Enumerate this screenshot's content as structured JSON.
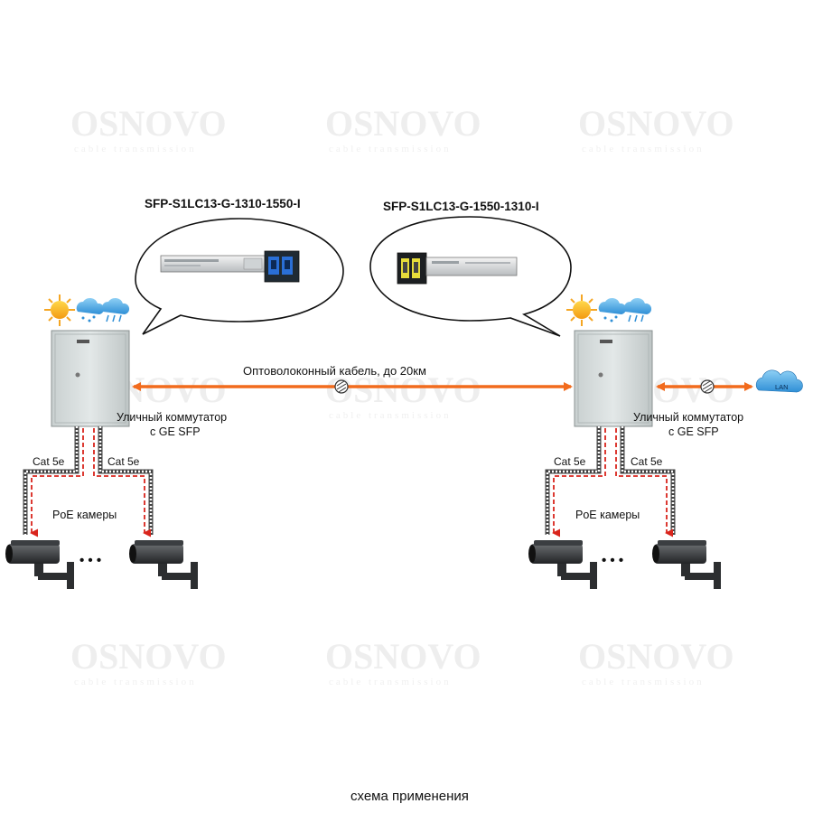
{
  "watermark": {
    "brand": "OSNOVO",
    "tagline": "cable transmission"
  },
  "modules": {
    "left_model": "SFP-S1LC13-G-1310-1550-I",
    "right_model": "SFP-S1LC13-G-1550-1310-I"
  },
  "link": {
    "fiber_label": "Оптоволоконный кабель, до 20км"
  },
  "switch": {
    "line1": "Уличный коммутатор",
    "line2": "с GE SFP"
  },
  "cable": {
    "label": "Cat 5e"
  },
  "cameras": {
    "label": "PoE камеры",
    "ellipsis": "• • •"
  },
  "network": {
    "lan_label": "LAN"
  },
  "caption": "схема применения",
  "colors": {
    "fiber_arrow": "#f26b1d",
    "poe_line": "#d9241c",
    "cabinet": "#d6dcdc",
    "cloud": "#2f8fd6"
  }
}
